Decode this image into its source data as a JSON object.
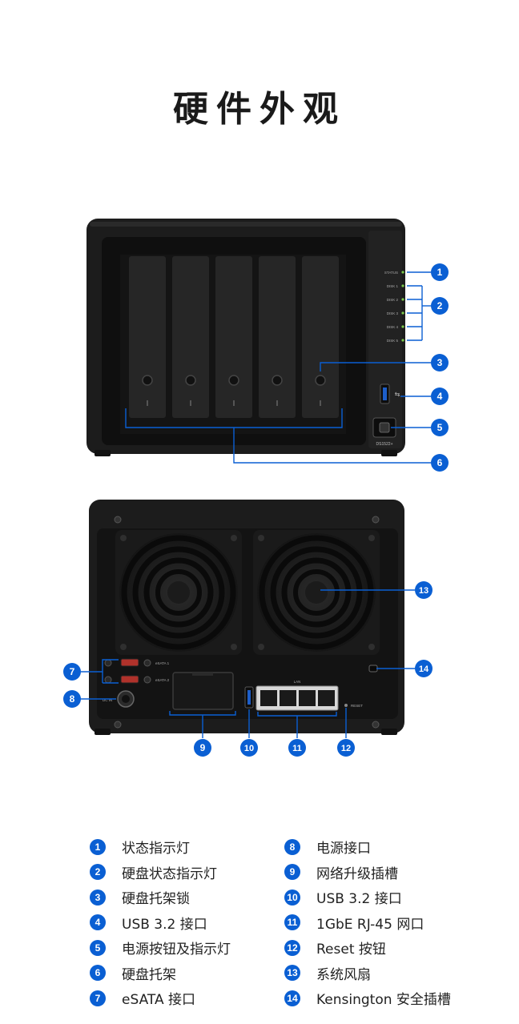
{
  "title": "硬件外观",
  "front_panel": {
    "model_label": "DS1522+",
    "led_labels": [
      "STATUS",
      "DISK 1",
      "DISK 2",
      "DISK 3",
      "DISK 4",
      "DISK 5"
    ]
  },
  "rear_panel": {
    "esata_labels": [
      "eSATA 1",
      "eSATA 2"
    ],
    "power_label": "DC IN",
    "lan_label": "LAN",
    "reset_label": "RESET"
  },
  "callouts": [
    "1",
    "2",
    "3",
    "4",
    "5",
    "6",
    "7",
    "8",
    "9",
    "10",
    "11",
    "12",
    "13",
    "14"
  ],
  "legend": [
    {
      "num": "1",
      "text": "状态指示灯"
    },
    {
      "num": "2",
      "text": "硬盘状态指示灯"
    },
    {
      "num": "3",
      "text": "硬盘托架锁"
    },
    {
      "num": "4",
      "text": "USB 3.2 接口"
    },
    {
      "num": "5",
      "text": "电源按钮及指示灯"
    },
    {
      "num": "6",
      "text": "硬盘托架"
    },
    {
      "num": "7",
      "text": "eSATA 接口"
    },
    {
      "num": "8",
      "text": "电源接口"
    },
    {
      "num": "9",
      "text": "网络升级插槽"
    },
    {
      "num": "10",
      "text": "USB 3.2 接口"
    },
    {
      "num": "11",
      "text": "1GbE RJ-45 网口"
    },
    {
      "num": "12",
      "text": "Reset 按钮"
    },
    {
      "num": "13",
      "text": "系统风扇"
    },
    {
      "num": "14",
      "text": "Kensington 安全插槽"
    }
  ],
  "colors": {
    "accent": "#0a5fd3",
    "device": "#1c1c1c"
  }
}
